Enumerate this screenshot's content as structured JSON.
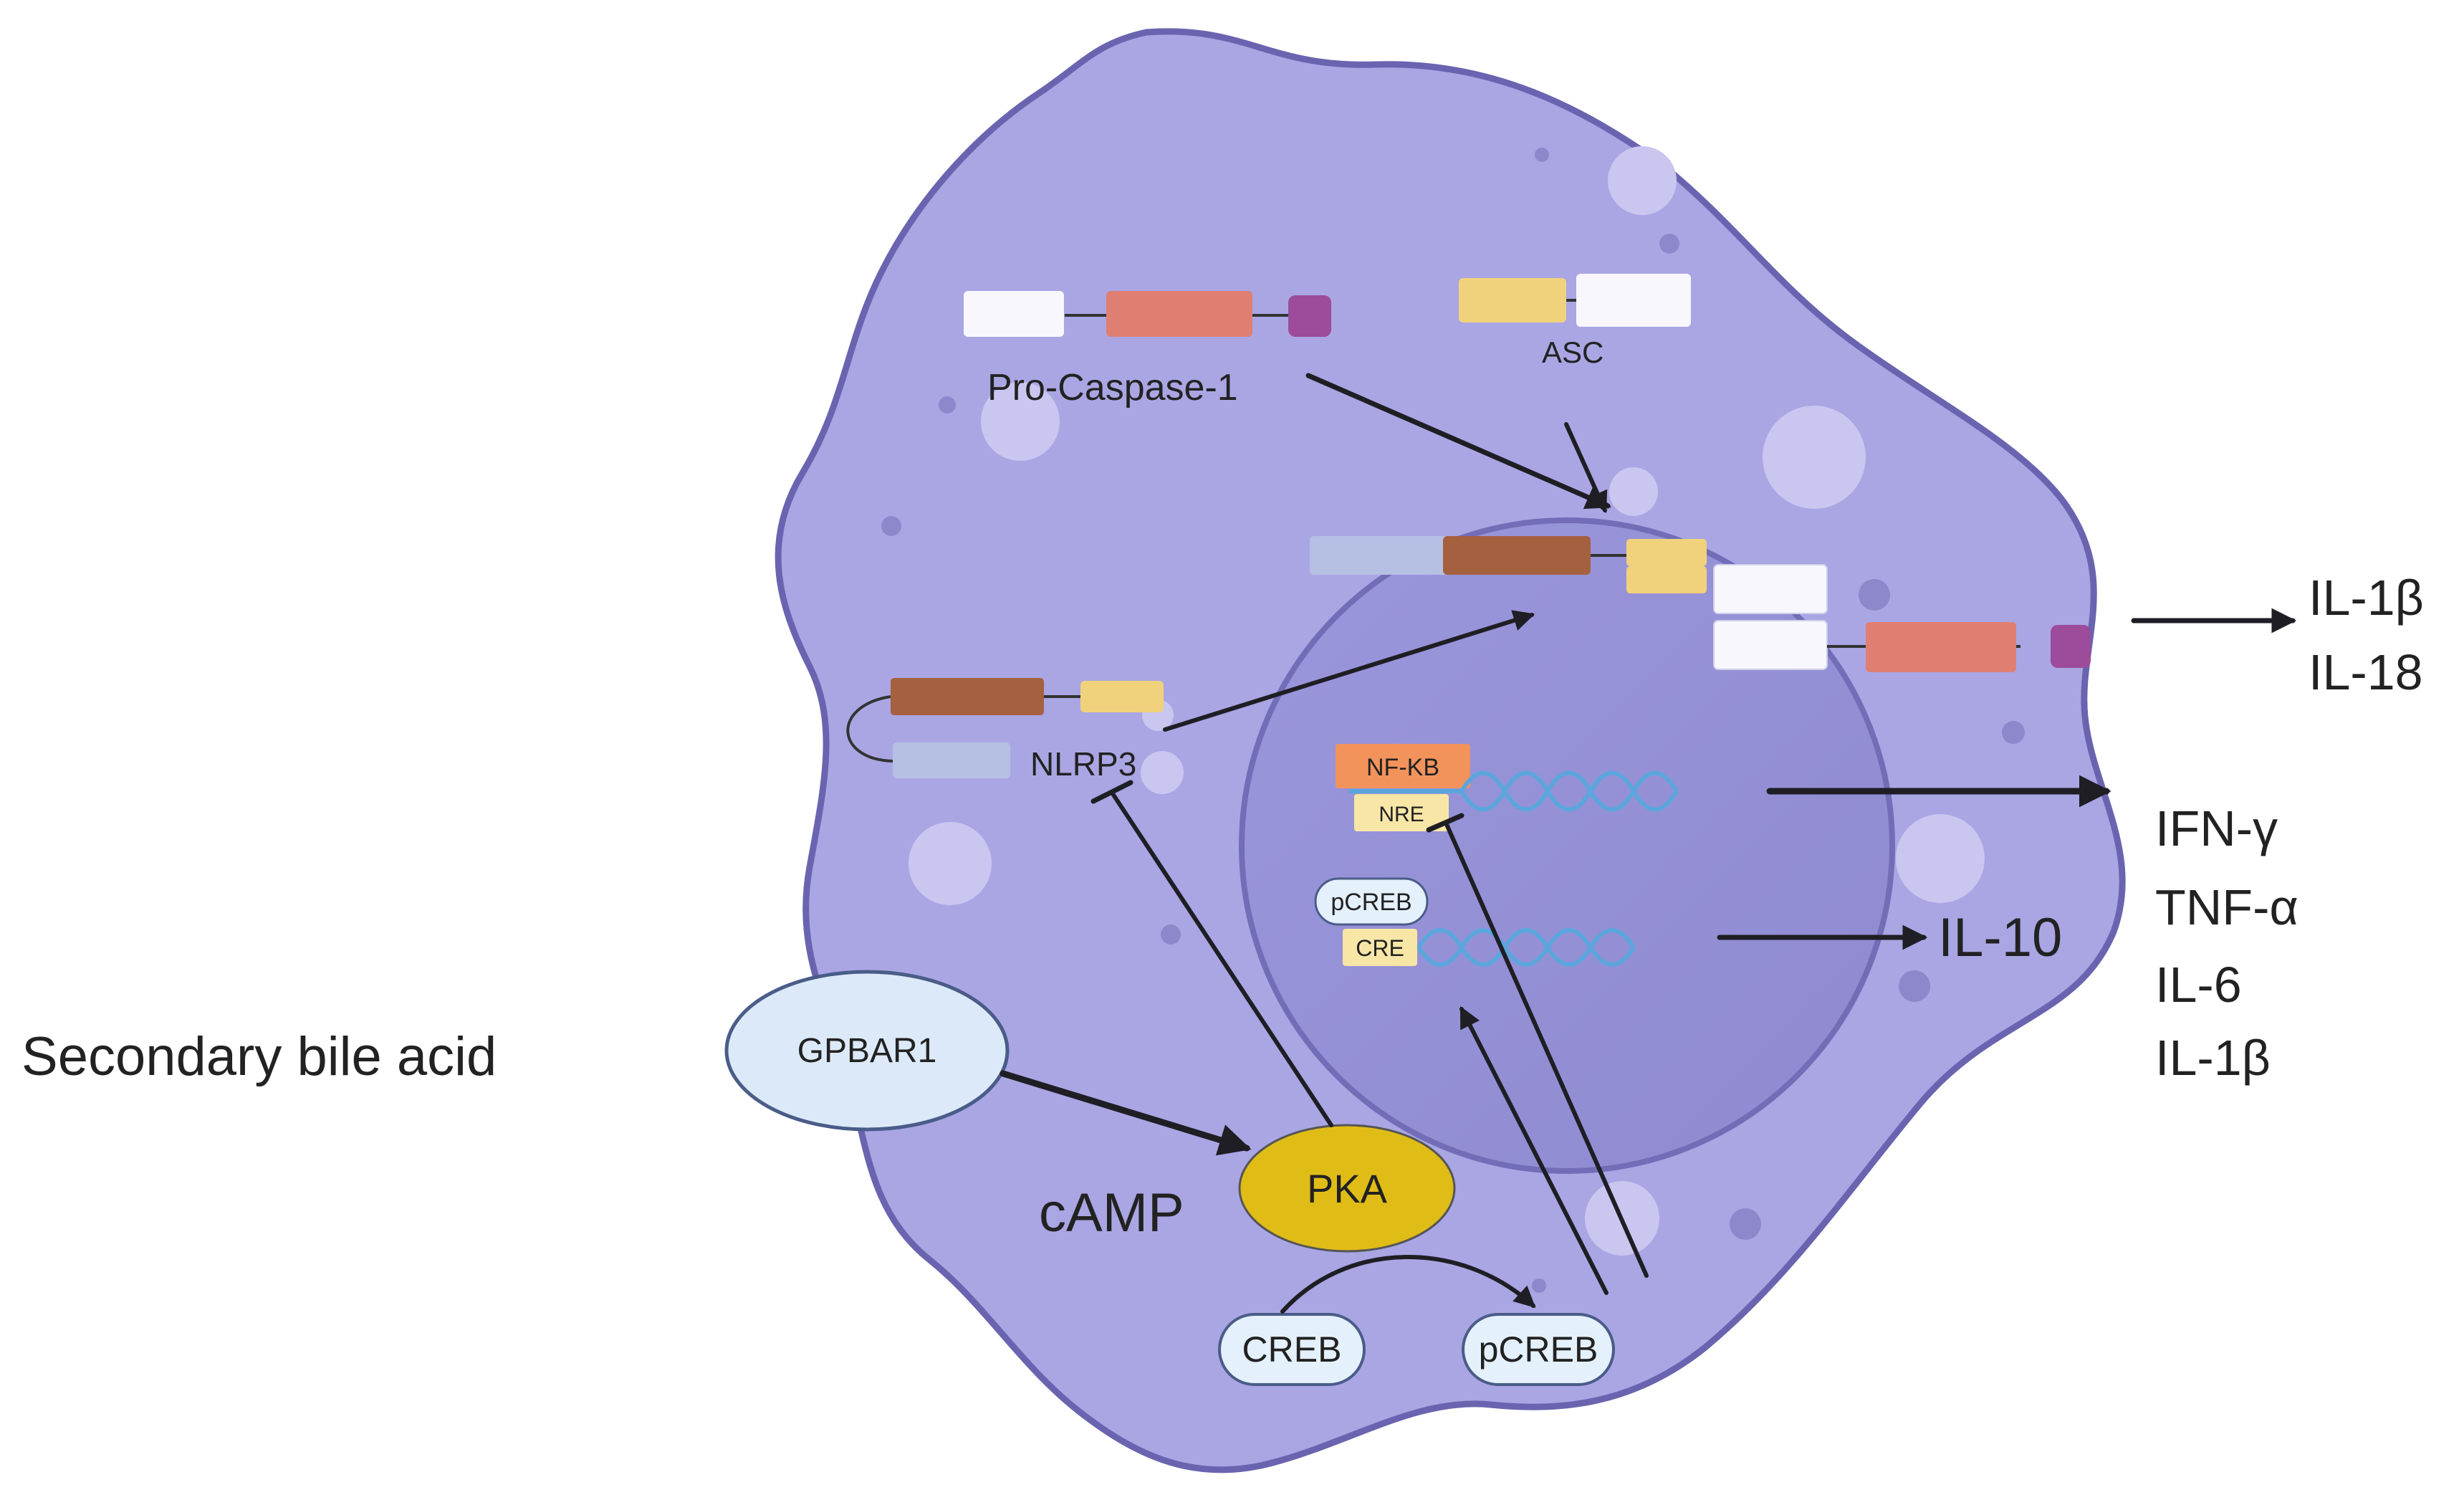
{
  "labels": {
    "pro_caspase": "Pro-Caspase-1",
    "asc": "ASC",
    "nlrp3": "NLRP3",
    "nfkb": "NF-KB",
    "nre": "NRE",
    "pcreb_nucleus": "pCREB",
    "cre": "CRE",
    "gpbar1": "GPBAR1",
    "secondary_bile_acid": "Secondary bile acid",
    "camp": "cAMP",
    "pka": "PKA",
    "creb": "CREB",
    "pcreb_cyto": "pCREB",
    "il10": "IL-10",
    "il1b_top": "IL-1β",
    "il18": "IL-18",
    "ifng": "IFN-γ",
    "tnfa": "TNF-α",
    "il6": "IL-6",
    "il1b_bottom": "IL-1β"
  },
  "colors": {
    "cell_fill": "#aaa6e4",
    "cell_stroke": "#6a64b0",
    "nucleus_fill": "#9591d6",
    "nucleus_stroke": "#736db8",
    "vesicle": "#c9c6f0",
    "dot": "#8d88cc",
    "white_domain": "#f7f7fd",
    "salmon_domain": "#df7f72",
    "purple_domain": "#9c4c9a",
    "yellow_domain": "#f1d27c",
    "brown_domain": "#a5603f",
    "lightblue_domain": "#b6c0e3",
    "nfkb_orange": "#f2935c",
    "cre_yellow": "#f8e6a6",
    "pill_fill": "#e4f0fb",
    "gpbar_fill": "#dce9f8",
    "gpbar_stroke": "#4a5c88",
    "pka_fill": "#e0bc17",
    "dna": "#5aa6dd",
    "arrow": "#1e1e24"
  }
}
